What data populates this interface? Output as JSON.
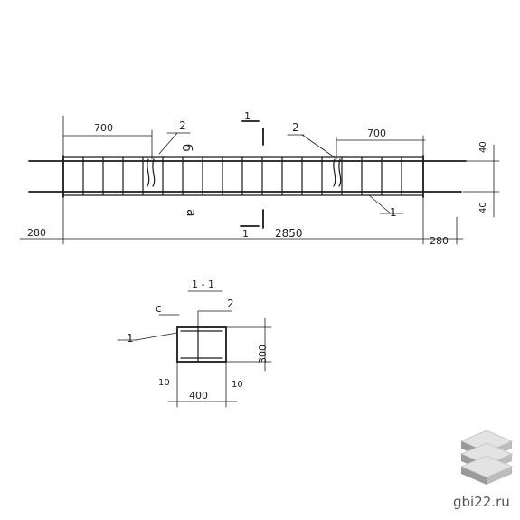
{
  "drawing": {
    "top_view": {
      "dims": {
        "left_spacing": "700",
        "right_spacing": "700",
        "total_length": "2850",
        "left_end": "280",
        "right_end": "280",
        "top_offset": "40",
        "bottom_offset": "40"
      },
      "markers": {
        "pos2_left": "2",
        "pos2_right": "2",
        "pos1": "1",
        "section_top": "1",
        "section_bottom": "1",
        "letter_b": "б",
        "letter_a": "а"
      }
    },
    "section": {
      "title": "1 - 1",
      "letter_c": "с",
      "pos1": "1",
      "pos2": "2",
      "width": "400",
      "height": "300",
      "left_cover": "10",
      "right_cover": "10"
    }
  },
  "watermark": {
    "text": "gbi22.ru",
    "icon": "stacked-slabs-icon"
  }
}
